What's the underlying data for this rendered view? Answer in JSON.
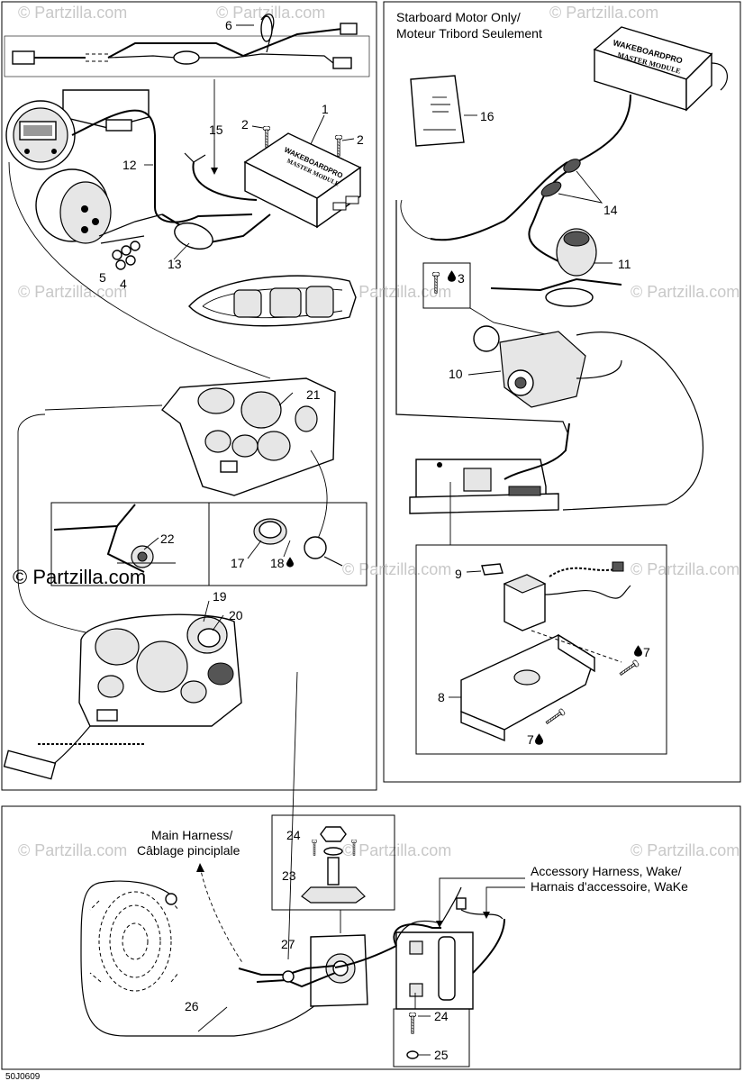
{
  "watermark": {
    "small": "© Partzilla.com",
    "large": "© Partzilla.com"
  },
  "captions": {
    "starboard_line1": "Starboard Motor Only/",
    "starboard_line2": "Moteur Tribord Seulement",
    "main_harness_line1": "Main Harness/",
    "main_harness_line2": "Câblage pinciplale",
    "accessory_line1": "Accessory Harness, Wake/",
    "accessory_line2": "Harnais d'accessoire, WaKe"
  },
  "module_label": {
    "brand": "WAKEBOARDPRO",
    "name": "MASTER MODULE"
  },
  "callouts": {
    "c1": "1",
    "c2a": "2",
    "c2b": "2",
    "c3": "3",
    "c4": "4",
    "c5": "5",
    "c6": "6",
    "c7a": "7",
    "c7b": "7",
    "c8": "8",
    "c9": "9",
    "c10": "10",
    "c11": "11",
    "c12": "12",
    "c13": "13",
    "c14": "14",
    "c15": "15",
    "c16": "16",
    "c17": "17",
    "c18": "18",
    "c19": "19",
    "c20": "20",
    "c21": "21",
    "c22": "22",
    "c23": "23",
    "c24a": "24",
    "c24b": "24",
    "c25": "25",
    "c26": "26",
    "c27": "27"
  },
  "drawing_ref": "50J0609",
  "icons": {
    "drop": "oil-drop-icon"
  }
}
